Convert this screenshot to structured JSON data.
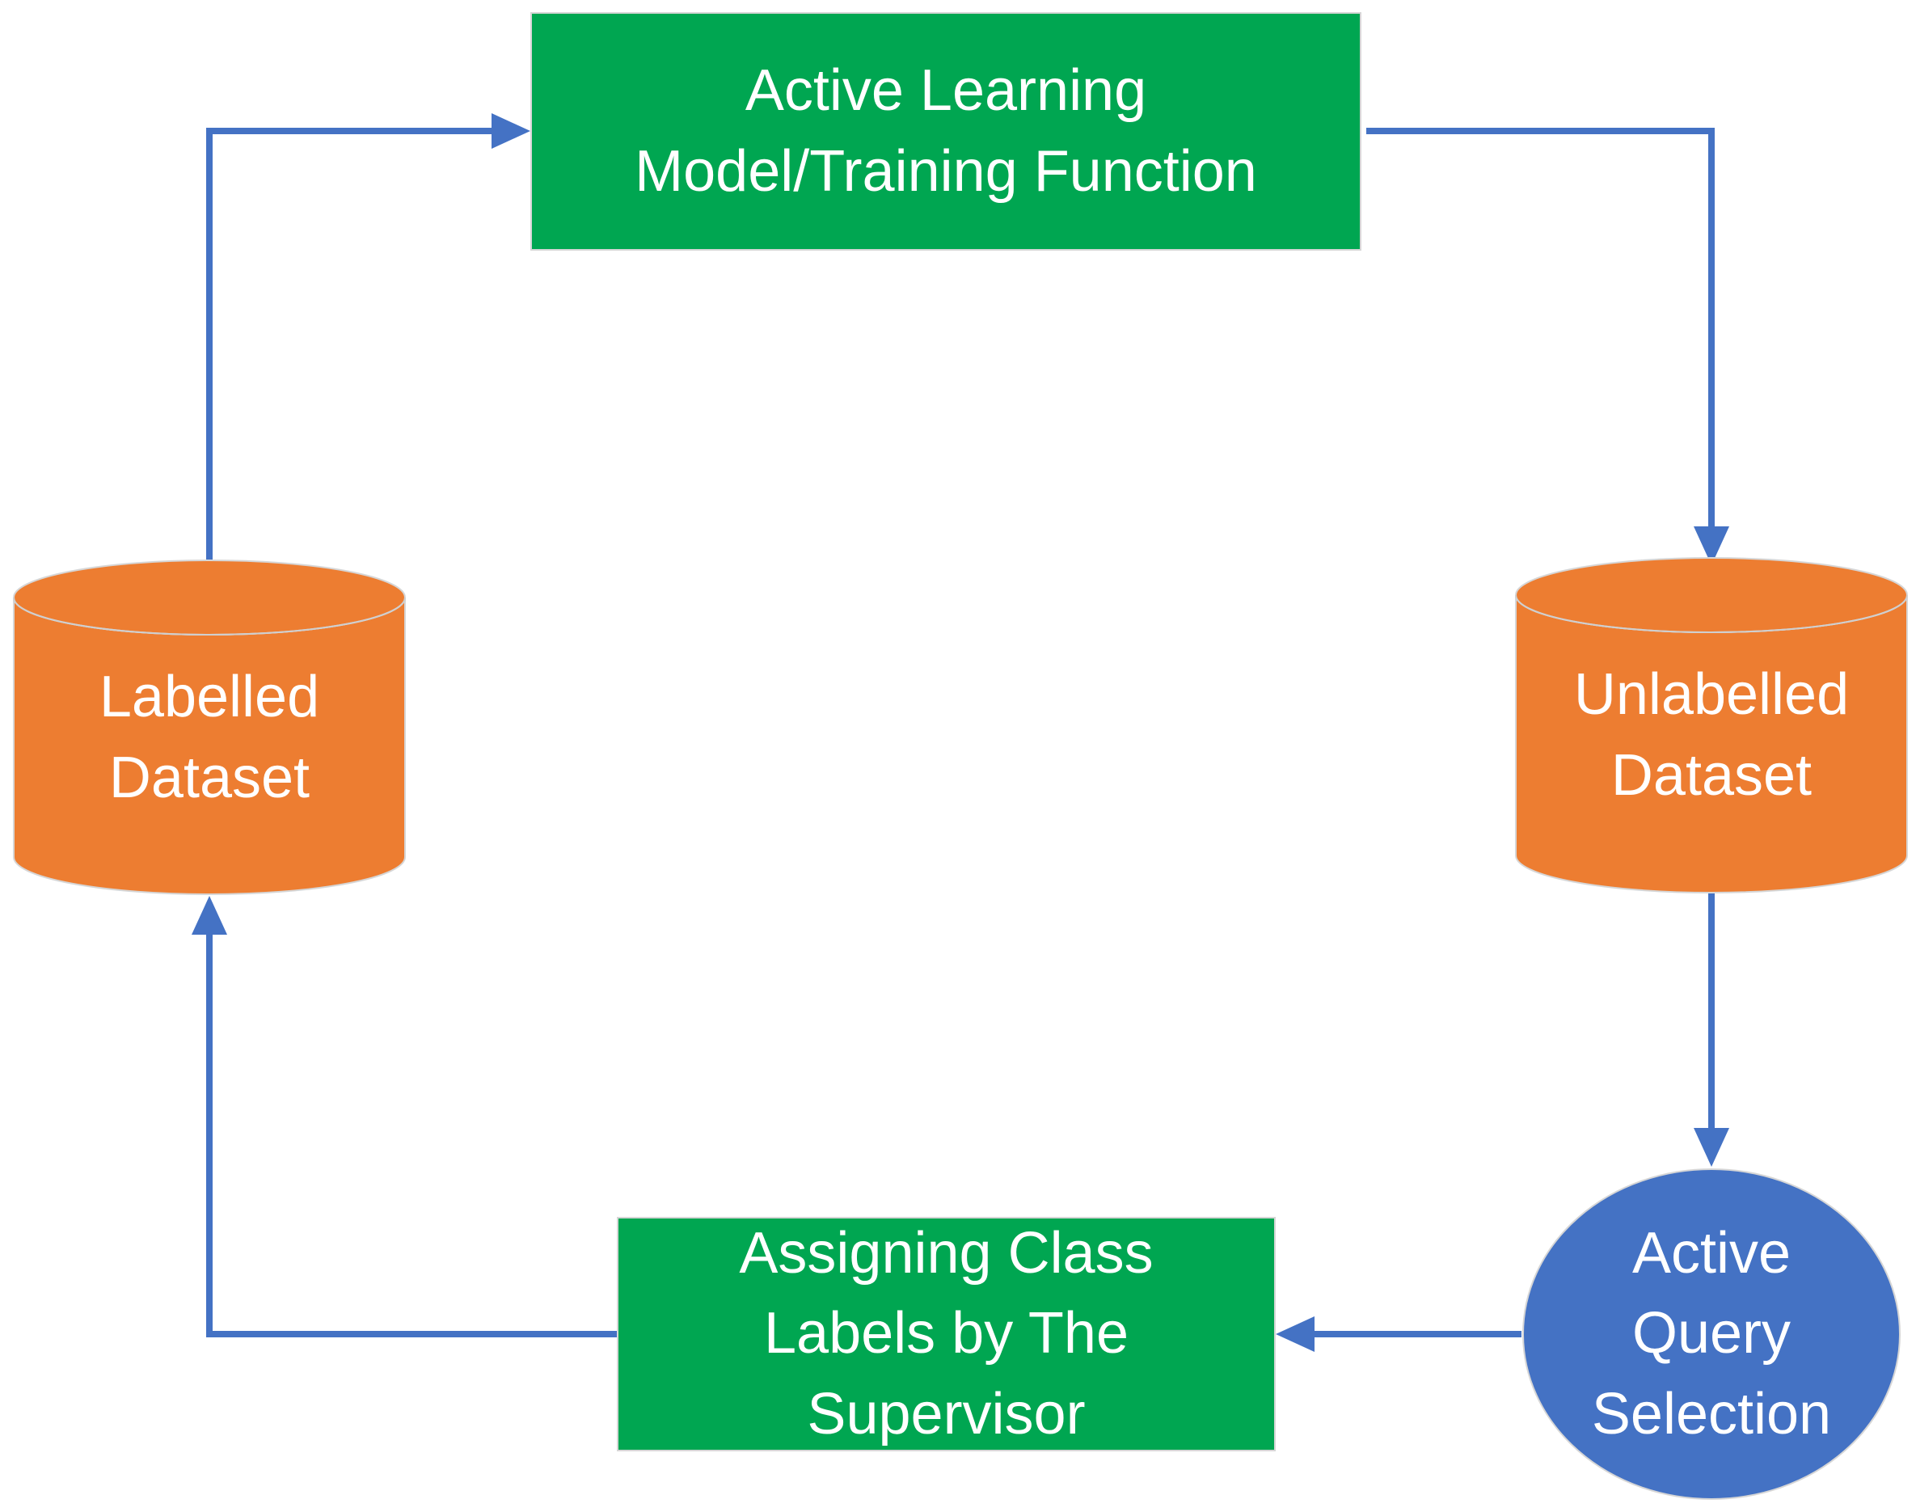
{
  "colors": {
    "green": "#00A651",
    "orange": "#ED7D31",
    "blue": "#4472C4",
    "arrow": "#4472C4",
    "text": "#FFFFFF",
    "shape_outline": "#D6D6D6",
    "cylinder_rim": "#CFCFCF"
  },
  "nodes": {
    "training": {
      "shape": "rectangle",
      "lines": [
        "Active Learning",
        "Model/Training Function"
      ]
    },
    "labelled": {
      "shape": "cylinder",
      "lines": [
        "Labelled",
        "Dataset"
      ]
    },
    "unlabelled": {
      "shape": "cylinder",
      "lines": [
        "Unlabelled",
        "Dataset"
      ]
    },
    "query": {
      "shape": "ellipse",
      "lines": [
        "Active",
        "Query",
        "Selection"
      ]
    },
    "assign": {
      "shape": "rectangle",
      "lines": [
        "Assigning Class",
        "Labels by The",
        "Supervisor"
      ]
    }
  },
  "edges": [
    {
      "from": "Labelled Dataset",
      "to": "Active Learning Model/Training Function"
    },
    {
      "from": "Active Learning Model/Training Function",
      "to": "Unlabelled Dataset"
    },
    {
      "from": "Unlabelled Dataset",
      "to": "Active Query Selection"
    },
    {
      "from": "Active Query Selection",
      "to": "Assigning Class Labels by The Supervisor"
    },
    {
      "from": "Assigning Class Labels by The Supervisor",
      "to": "Labelled Dataset"
    }
  ]
}
